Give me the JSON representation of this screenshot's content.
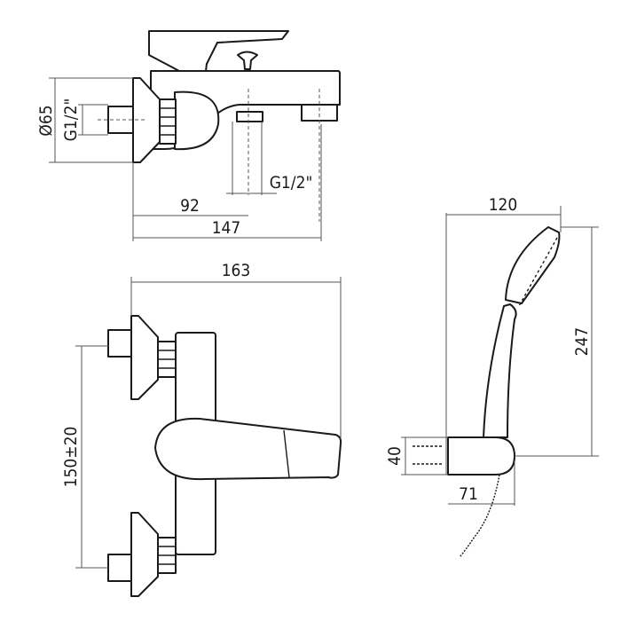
{
  "drawing": {
    "top_view": {
      "diameter_label": "Ø65",
      "inlet_thread_label": "G1/2\"",
      "outlet_thread_label": "G1/2\"",
      "outlet_offset_label": "92",
      "total_depth_label": "147"
    },
    "front_view": {
      "width_label": "163",
      "inlet_spacing_label": "150±20"
    },
    "shower_view": {
      "head_width_label": "120",
      "height_label": "247",
      "holder_height_label": "40",
      "holder_depth_label": "71"
    },
    "colors": {
      "line": "#1a1a1a",
      "dimension": "#555555"
    }
  }
}
